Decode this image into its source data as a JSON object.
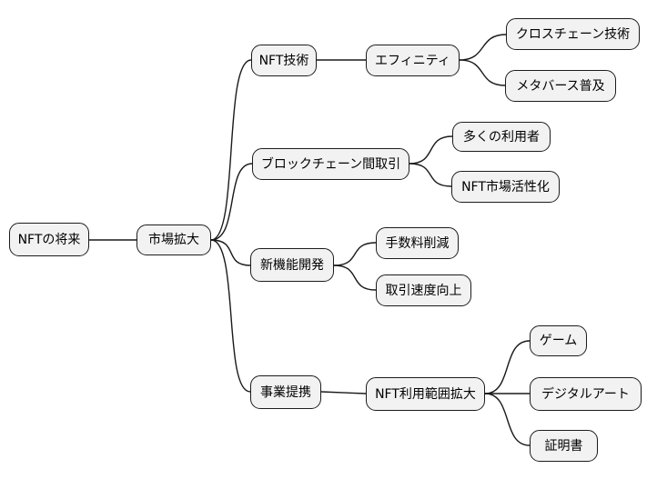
{
  "diagram": {
    "type": "mindmap",
    "direction": "left-to-right",
    "colors": {
      "background": "#ffffff",
      "node_fill": "#f2f2f2",
      "node_border": "#1c1c1c",
      "connector_line": "#1a1a1a",
      "text": "#000000"
    },
    "nodes": {
      "root": {
        "label": "NFTの将来",
        "level": 0
      },
      "market": {
        "label": "市場拡大",
        "level": 1
      },
      "tech": {
        "label": "NFT技術",
        "level": 2
      },
      "efinity": {
        "label": "エフィニティ",
        "level": 3
      },
      "crosschain": {
        "label": "クロスチェーン技術",
        "level": 4
      },
      "metaverse": {
        "label": "メタバース普及",
        "level": 4
      },
      "interchain": {
        "label": "ブロックチェーン間取引",
        "level": 2
      },
      "users": {
        "label": "多くの利用者",
        "level": 3
      },
      "activation": {
        "label": "NFT市場活性化",
        "level": 3
      },
      "newfeat": {
        "label": "新機能開発",
        "level": 2
      },
      "fees": {
        "label": "手数料削減",
        "level": 3
      },
      "speed": {
        "label": "取引速度向上",
        "level": 3
      },
      "partner": {
        "label": "事業提携",
        "level": 2
      },
      "scope": {
        "label": "NFT利用範囲拡大",
        "level": 3
      },
      "game": {
        "label": "ゲーム",
        "level": 4
      },
      "art": {
        "label": "デジタルアート",
        "level": 4
      },
      "cert": {
        "label": "証明書",
        "level": 4
      }
    },
    "edges": [
      {
        "from": "root",
        "to": "market"
      },
      {
        "from": "market",
        "to": "tech"
      },
      {
        "from": "market",
        "to": "interchain"
      },
      {
        "from": "market",
        "to": "newfeat"
      },
      {
        "from": "market",
        "to": "partner"
      },
      {
        "from": "tech",
        "to": "efinity"
      },
      {
        "from": "efinity",
        "to": "crosschain"
      },
      {
        "from": "efinity",
        "to": "metaverse"
      },
      {
        "from": "interchain",
        "to": "users"
      },
      {
        "from": "interchain",
        "to": "activation"
      },
      {
        "from": "newfeat",
        "to": "fees"
      },
      {
        "from": "newfeat",
        "to": "speed"
      },
      {
        "from": "partner",
        "to": "scope"
      },
      {
        "from": "scope",
        "to": "game"
      },
      {
        "from": "scope",
        "to": "art"
      },
      {
        "from": "scope",
        "to": "cert"
      }
    ]
  }
}
